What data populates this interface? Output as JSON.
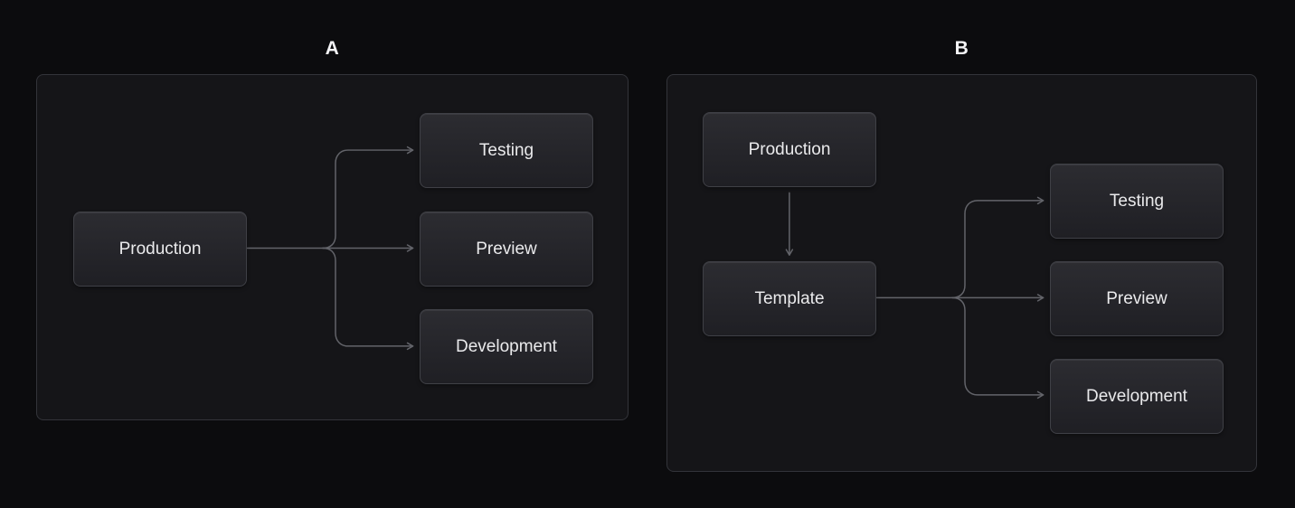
{
  "diagrams": {
    "a": {
      "title": "A",
      "nodes": {
        "production": {
          "label": "Production"
        },
        "testing": {
          "label": "Testing"
        },
        "preview": {
          "label": "Preview"
        },
        "development": {
          "label": "Development"
        }
      },
      "edges": [
        {
          "from": "Production",
          "to": "Testing"
        },
        {
          "from": "Production",
          "to": "Preview"
        },
        {
          "from": "Production",
          "to": "Development"
        }
      ]
    },
    "b": {
      "title": "B",
      "nodes": {
        "production": {
          "label": "Production"
        },
        "template": {
          "label": "Template"
        },
        "testing": {
          "label": "Testing"
        },
        "preview": {
          "label": "Preview"
        },
        "development": {
          "label": "Development"
        }
      },
      "edges": [
        {
          "from": "Production",
          "to": "Template"
        },
        {
          "from": "Template",
          "to": "Testing"
        },
        {
          "from": "Template",
          "to": "Preview"
        },
        {
          "from": "Template",
          "to": "Development"
        }
      ]
    }
  },
  "colors": {
    "page_background": "#0c0c0e",
    "panel_background": "#151518",
    "panel_border": "#33343a",
    "node_background_top": "#2c2c31",
    "node_background_bottom": "#1f1f24",
    "node_border": "#3f4046",
    "connector": "#63646a",
    "node_text": "#eaeaec",
    "title_text": "#f4f4f6"
  }
}
